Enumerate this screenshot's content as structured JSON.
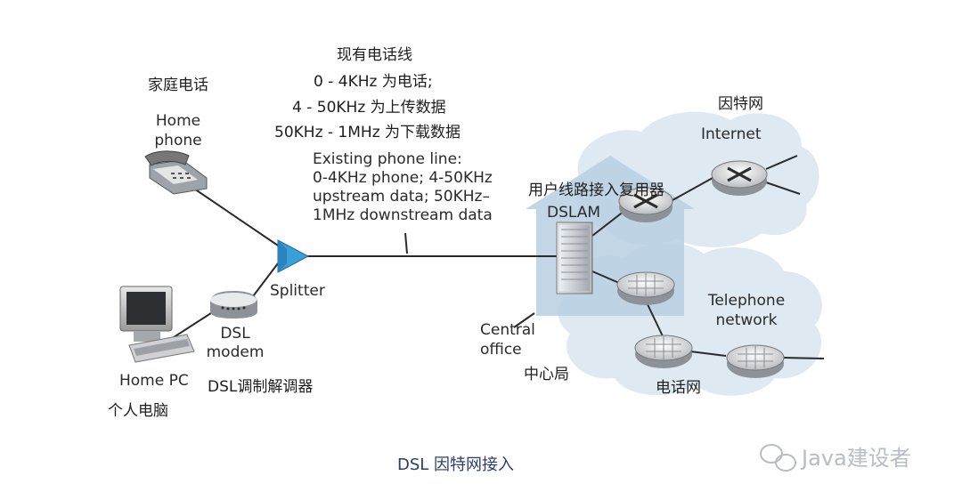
{
  "top_notes_cn": {
    "line1": "现有电话线",
    "line2": "0 - 4KHz 为电话;",
    "line3": "4 - 50KHz 为上传数据",
    "line4": "50KHz - 1MHz 为下载数据"
  },
  "existing_line_en": {
    "line1": "Existing phone line:",
    "line2": "0-4KHz phone; 4-50KHz",
    "line3": "upstream data; 50KHz–",
    "line4": "1MHz downstream data"
  },
  "home_phone": {
    "cn": "家庭电话",
    "en_line1": "Home",
    "en_line2": "phone"
  },
  "splitter": {
    "en": "Splitter"
  },
  "dsl_modem": {
    "en_line1": "DSL",
    "en_line2": "modem",
    "cn": "DSL调制解调器"
  },
  "home_pc": {
    "en": "Home PC",
    "cn": "个人电脑"
  },
  "dslam": {
    "cn": "用户线路接入复用器",
    "en": "DSLAM"
  },
  "central_office": {
    "en_line1": "Central",
    "en_line2": "office",
    "cn": "中心局"
  },
  "internet": {
    "cn": "因特网",
    "en": "Internet"
  },
  "telephone_network": {
    "en_line1": "Telephone",
    "en_line2": "network",
    "cn": "电话网"
  },
  "caption": "DSL 因特网接入",
  "watermark": "Java建设者",
  "colors": {
    "splitter_fill": "#3a9ed8",
    "office_fill": "#b8cfe2",
    "cloud_fill": "#dfe9f2",
    "line": "#2a2a2a",
    "caption_text": "#2b3e66"
  }
}
